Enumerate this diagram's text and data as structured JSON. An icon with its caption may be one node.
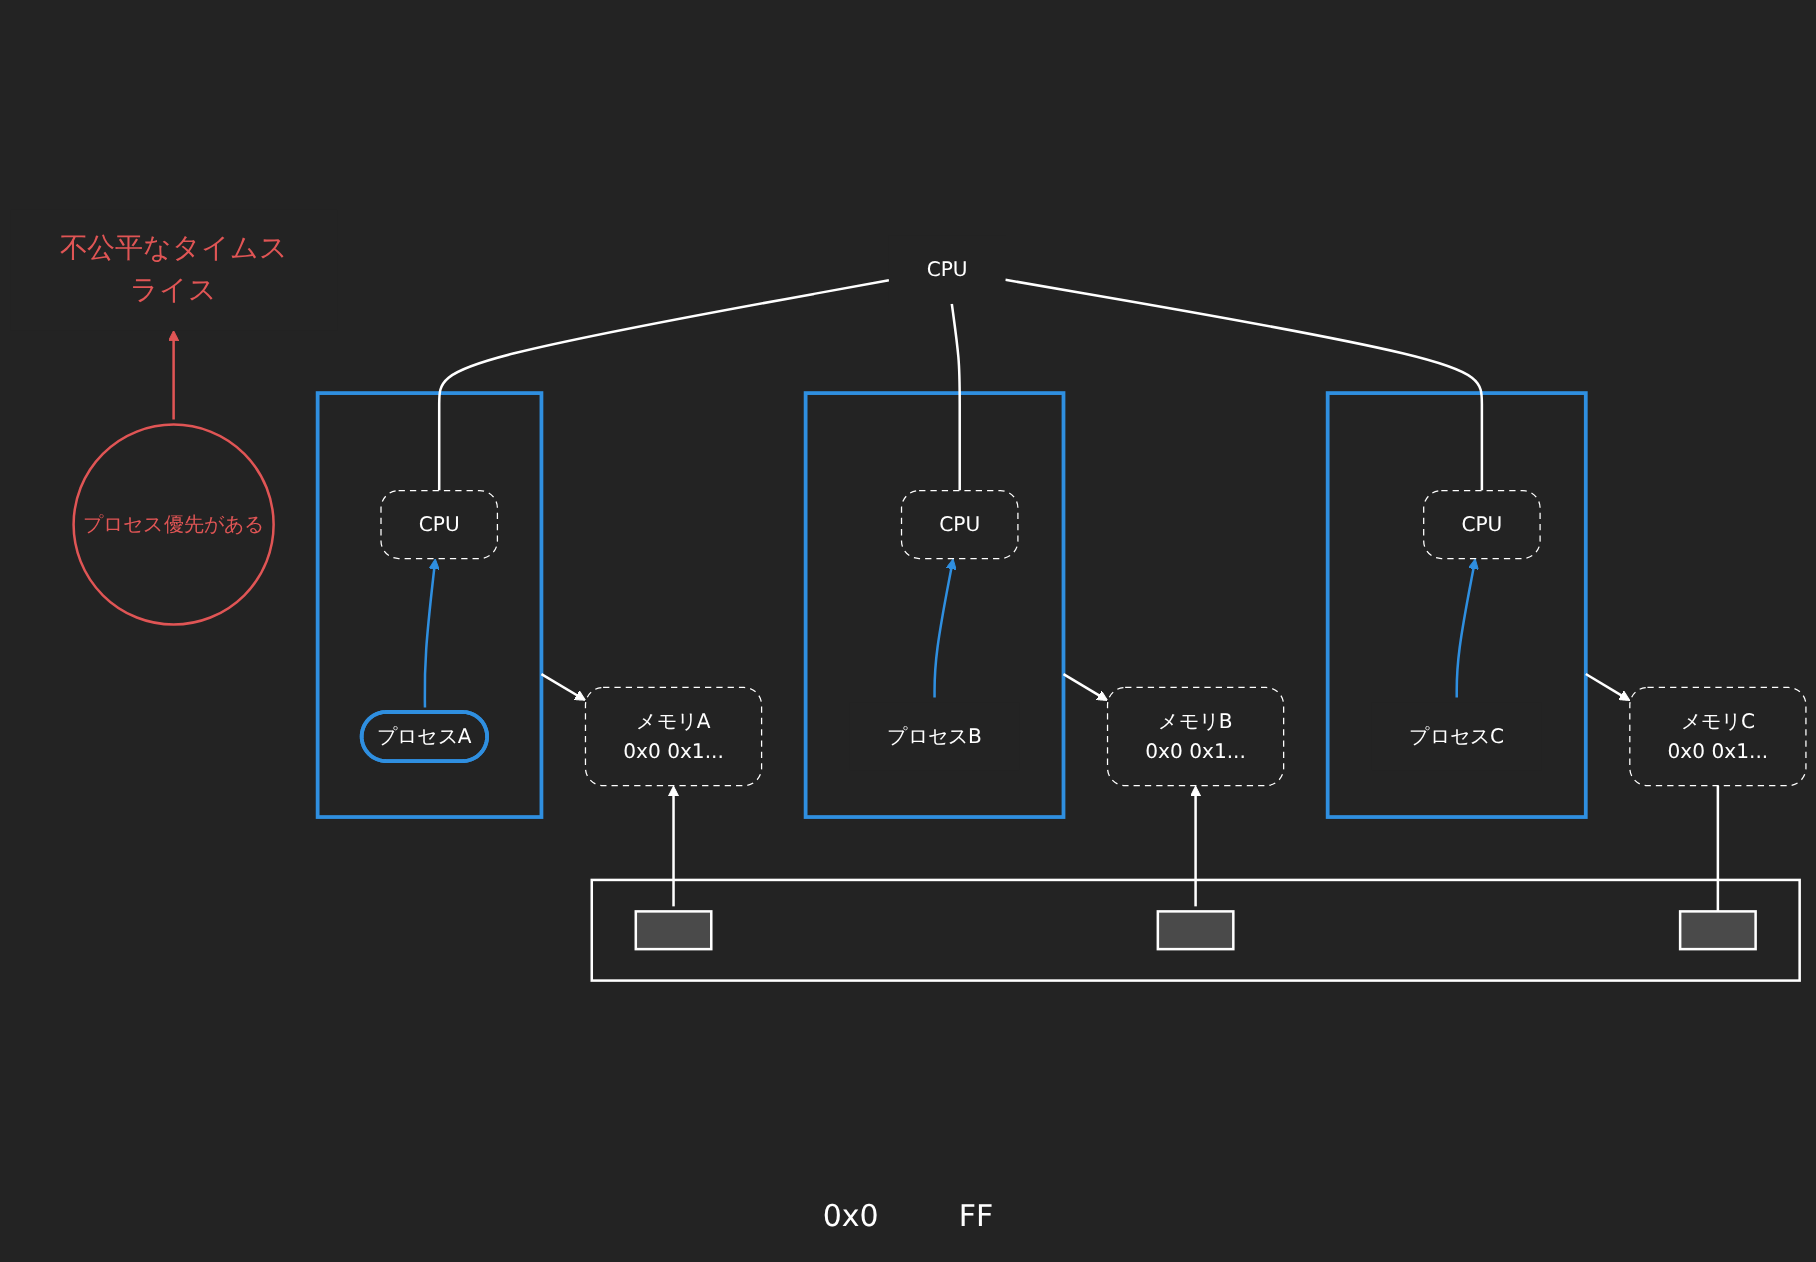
{
  "diagram": {
    "nodes": [
      {
        "text": [
          "不公平なタイムスライス"
        ]
      },
      {
        "text": [
          "CPU"
        ]
      },
      {
        "text": [],
        "shape": "box"
      },
      {
        "text": [
          "CPU"
        ],
        "in": 2
      },
      {
        "text": [
          "プロセスA"
        ],
        "in": 2
      },
      {
        "text": [],
        "shape": "box"
      },
      {
        "text": [
          "CPU"
        ],
        "in": 5
      },
      {
        "text": [
          "プロセスB"
        ],
        "in": 5
      },
      {
        "text": [],
        "shape": "box"
      },
      {
        "text": [
          "CPU"
        ],
        "in": 8
      },
      {
        "text": [
          "プロセスC"
        ],
        "in": 8
      },
      {
        "text": [
          "メモリA",
          "0x0 0x1..."
        ]
      },
      {
        "text": [
          "メモリB",
          "0x0 0x1..."
        ]
      },
      {
        "text": [
          "メモリC",
          "0x0 0x1..."
        ]
      },
      {
        "text": [],
        "shape": "bar"
      },
      {
        "text": [],
        "shape": "box",
        "in": 14
      },
      {
        "text": [],
        "shape": "box",
        "in": 14
      },
      {
        "text": [],
        "shape": "box",
        "in": 14
      },
      {
        "text": [
          "プロセス優先がある"
        ]
      }
    ],
    "edges": [
      {
        "from": 1,
        "to": 3,
        "arrow": "none"
      },
      {
        "from": 1,
        "to": 6,
        "arrow": "none"
      },
      {
        "from": 1,
        "to": 9,
        "arrow": "none"
      },
      {
        "from": 4,
        "to": 3,
        "arrow": "to",
        "color": "#2f8fe0"
      },
      {
        "from": 7,
        "to": 6,
        "arrow": "to",
        "color": "#2f8fe0"
      },
      {
        "from": 10,
        "to": 9,
        "arrow": "to",
        "color": "#2f8fe0"
      },
      {
        "from": 2,
        "to": 11,
        "arrow": "to"
      },
      {
        "from": 5,
        "to": 12,
        "arrow": "to"
      },
      {
        "from": 8,
        "to": 13,
        "arrow": "to"
      },
      {
        "from": 15,
        "to": 11,
        "arrow": "to"
      },
      {
        "from": 16,
        "to": 12,
        "arrow": "to"
      },
      {
        "from": 17,
        "to": 13,
        "arrow": "none"
      },
      {
        "from": 18,
        "to": 0,
        "arrow": "to",
        "color": "#e05555"
      }
    ],
    "labels": [
      "0x0",
      "FF"
    ]
  }
}
